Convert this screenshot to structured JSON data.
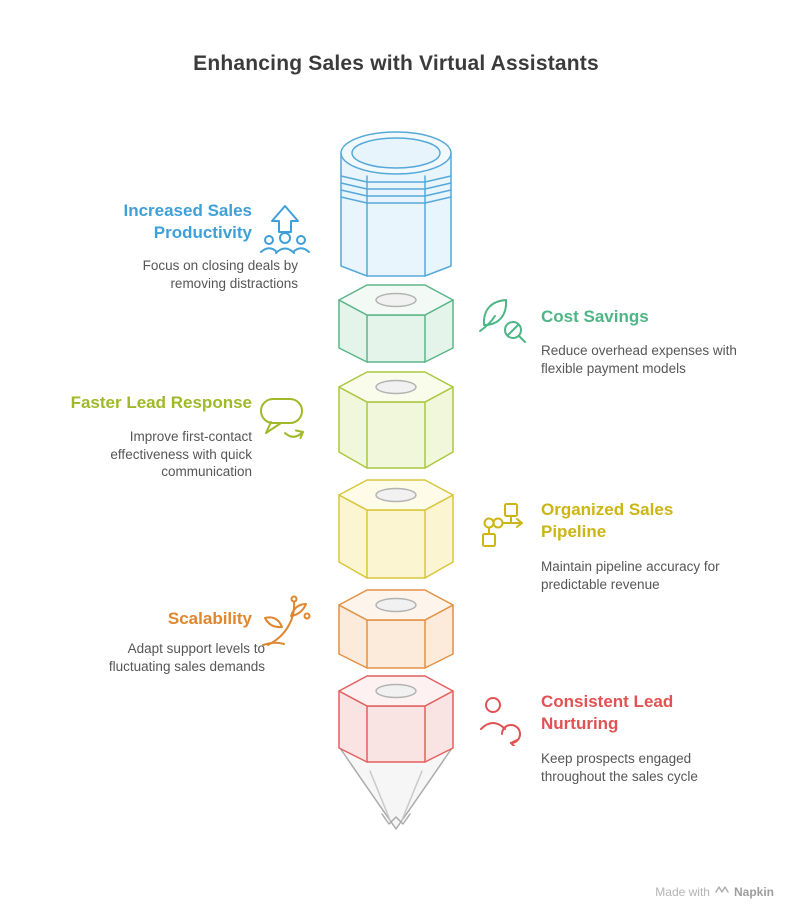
{
  "title": "Enhancing Sales with Virtual Assistants",
  "items": [
    {
      "heading": "Increased Sales Productivity",
      "body": "Focus on closing deals by removing distractions",
      "side": "left",
      "accent_color": "#3fa0d8",
      "icon": "growth-arrow-people-icon"
    },
    {
      "heading": "Cost Savings",
      "body": "Reduce overhead expenses with flexible payment models",
      "side": "right",
      "accent_color": "#4eb585",
      "icon": "leaf-magnifier-icon"
    },
    {
      "heading": "Faster Lead Response",
      "body": "Improve first-contact effectiveness with quick communication",
      "side": "left",
      "accent_color": "#9fb929",
      "icon": "speech-bubble-icon"
    },
    {
      "heading": "Organized Sales Pipeline",
      "body": "Maintain pipeline accuracy for predictable revenue",
      "side": "right",
      "accent_color": "#ccb514",
      "icon": "pipeline-nodes-icon"
    },
    {
      "heading": "Scalability",
      "body": "Adapt support levels to fluctuating sales demands",
      "side": "left",
      "accent_color": "#e0862e",
      "icon": "sprout-icon"
    },
    {
      "heading": "Consistent Lead Nurturing",
      "body": "Keep prospects engaged throughout the sales cycle",
      "side": "right",
      "accent_color": "#e15252",
      "icon": "person-refresh-icon"
    }
  ],
  "pencil": {
    "type": "pencil-stack-diagram",
    "segments": [
      {
        "label": "cap",
        "maps_to": "Increased Sales Productivity",
        "stroke": "#55a9d9",
        "fill": "#e9f5fc"
      },
      {
        "label": "hex-1",
        "maps_to": "Cost Savings",
        "stroke": "#5cb588",
        "fill": "#e4f4ea"
      },
      {
        "label": "hex-2",
        "maps_to": "Faster Lead Response",
        "stroke": "#abc741",
        "fill": "#f0f7da"
      },
      {
        "label": "hex-3",
        "maps_to": "Organized Sales Pipeline",
        "stroke": "#d9c63a",
        "fill": "#fbf5d2"
      },
      {
        "label": "hex-4",
        "maps_to": "Scalability",
        "stroke": "#e39143",
        "fill": "#fceadb"
      },
      {
        "label": "hex-5",
        "maps_to": "Consistent Lead Nurturing",
        "stroke": "#e35f5f",
        "fill": "#fae3e3"
      },
      {
        "label": "tip",
        "maps_to": "",
        "stroke": "#ababab",
        "fill": "#f6f6f6"
      }
    ]
  },
  "footer": {
    "made_with": "Made with",
    "brand": "Napkin"
  }
}
